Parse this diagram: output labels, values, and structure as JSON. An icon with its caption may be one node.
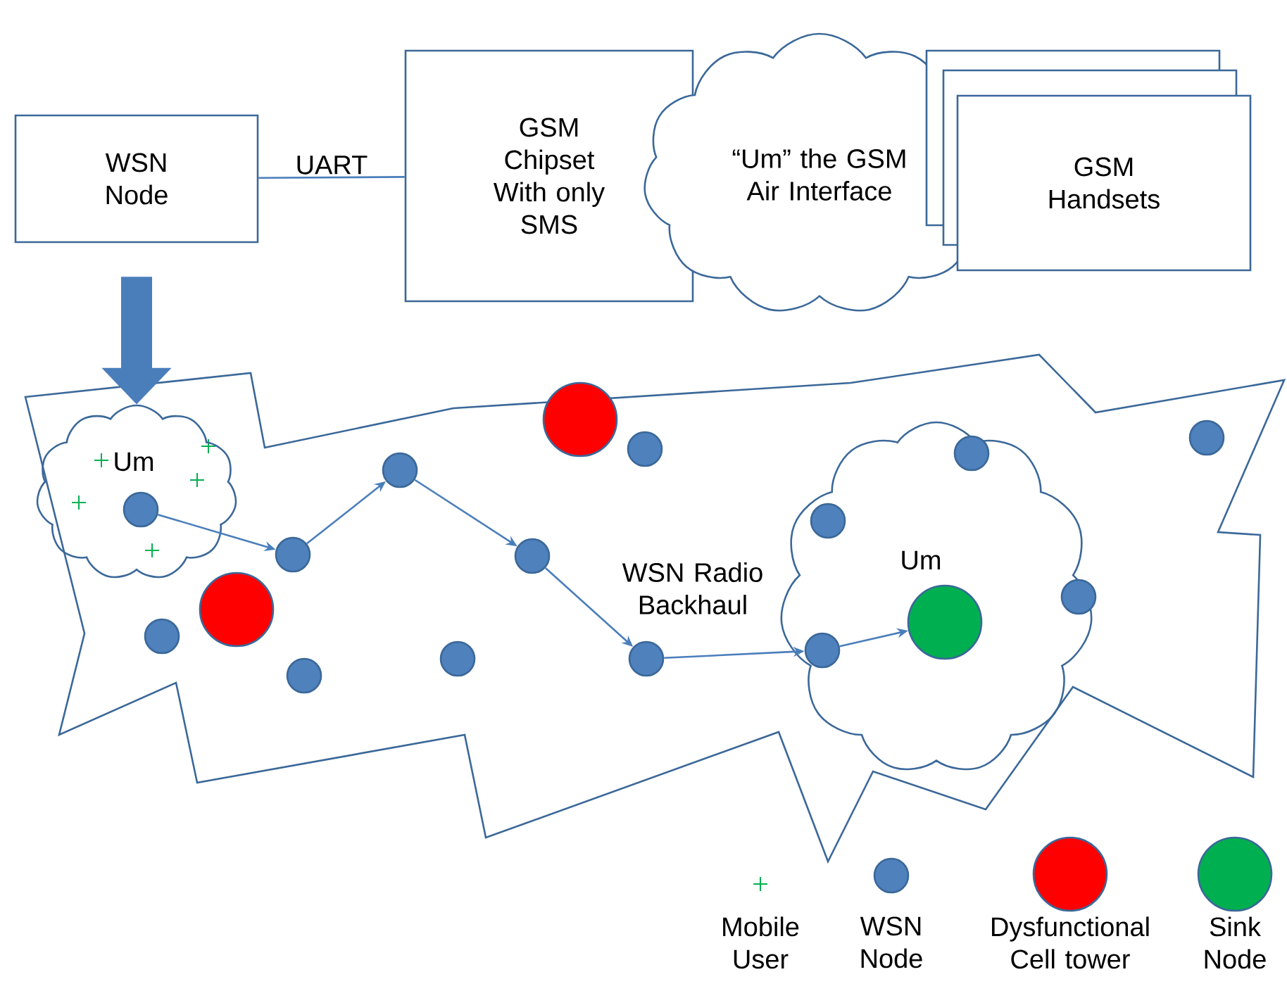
{
  "diagram": {
    "nodes": [
      {
        "text": [
          "WSN Node"
        ]
      },
      {
        "text": [
          "GSM Chipset With only SMS"
        ]
      },
      {
        "text": [
          "“Um” the GSM Air Interface"
        ]
      },
      {
        "text": [
          "GSM Handsets"
        ]
      },
      {
        "text": [
          "Um"
        ]
      },
      {
        "text": [],
        "shape": "circle",
        "in": 4
      },
      {
        "text": [
          "Um"
        ]
      },
      {
        "text": [],
        "shape": "circle",
        "in": 6
      },
      {
        "text": [],
        "shape": "circle",
        "in": 6
      },
      {
        "text": [],
        "shape": "circle",
        "in": 6
      },
      {
        "text": [],
        "shape": "circle",
        "in": 6
      },
      {
        "text": [],
        "shape": "circle",
        "in": 6
      },
      {
        "text": [],
        "shape": "circle"
      },
      {
        "text": [],
        "shape": "circle"
      },
      {
        "text": [],
        "shape": "circle"
      },
      {
        "text": [],
        "shape": "circle"
      },
      {
        "text": [],
        "shape": "circle"
      },
      {
        "text": [],
        "shape": "circle"
      },
      {
        "text": [],
        "shape": "circle"
      },
      {
        "text": [],
        "shape": "circle"
      },
      {
        "text": [],
        "shape": "circle"
      },
      {
        "text": [],
        "shape": "circle"
      },
      {
        "text": [],
        "shape": "circle"
      }
    ],
    "edges": [
      {
        "from": 0,
        "to": 1,
        "arrow": "none",
        "label": "UART"
      },
      {
        "from": 0,
        "to": 4,
        "arrow": "to",
        "style": "thick"
      },
      {
        "from": 5,
        "to": 12,
        "arrow": "to"
      },
      {
        "from": 12,
        "to": 13,
        "arrow": "to"
      },
      {
        "from": 13,
        "to": 14,
        "arrow": "to"
      },
      {
        "from": 14,
        "to": 15,
        "arrow": "to"
      },
      {
        "from": 15,
        "to": 7,
        "arrow": "to"
      },
      {
        "from": 7,
        "to": 8,
        "arrow": "to"
      }
    ],
    "labels": [
      "WSN Radio Backhaul"
    ],
    "legend": [
      {
        "text": "Mobile User"
      },
      {
        "text": "WSN Node",
        "color": "#4f81bd"
      },
      {
        "text": "Dysfunctional Cell tower",
        "color": "#ff0000"
      },
      {
        "text": "Sink Node",
        "color": "#00b050"
      }
    ]
  }
}
